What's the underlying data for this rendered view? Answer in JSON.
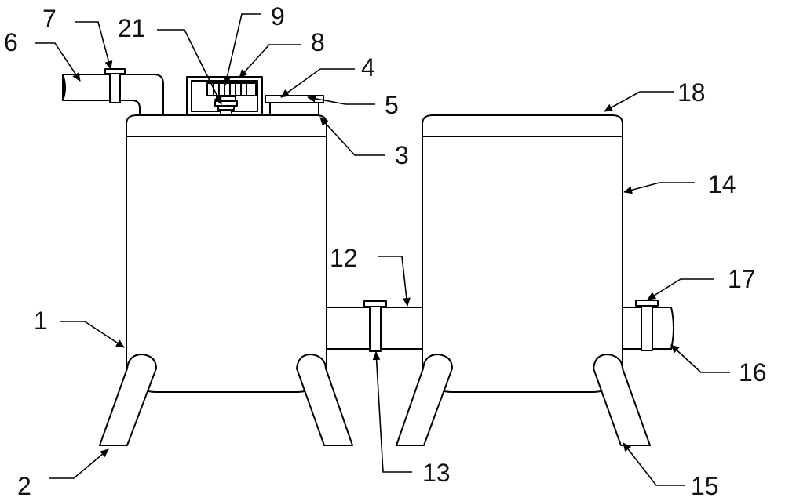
{
  "labels": {
    "l1": "1",
    "l2": "2",
    "l3": "3",
    "l4": "4",
    "l5": "5",
    "l6": "6",
    "l7": "7",
    "l8": "8",
    "l9": "9",
    "l12": "12",
    "l13": "13",
    "l14": "14",
    "l15": "15",
    "l16": "16",
    "l17": "17",
    "l18": "18",
    "l21": "21"
  }
}
